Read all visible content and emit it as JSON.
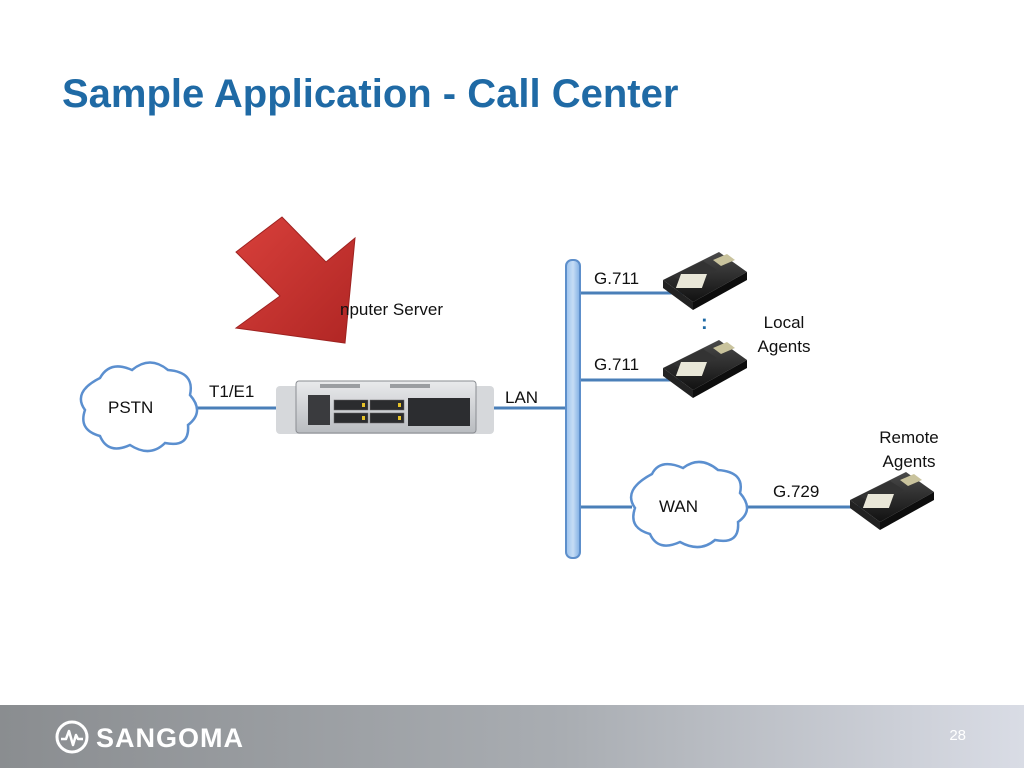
{
  "slide": {
    "title": "Sample Application - Call Center",
    "page_number": "28"
  },
  "labels": {
    "server": "nputer Server",
    "pstn": "PSTN",
    "t1e1": "T1/E1",
    "lan": "LAN",
    "g711_top": "G.711",
    "g711_bottom": "G.711",
    "dots": ":",
    "local_agents_line1": "Local",
    "local_agents_line2": "Agents",
    "remote_agents_line1": "Remote",
    "remote_agents_line2": "Agents",
    "wan": "WAN",
    "g729": "G.729"
  },
  "footer": {
    "logo_text": "SANGOMA",
    "logo_icon": "sangoma-logo-icon"
  },
  "colors": {
    "title": "#1f6aa5",
    "line": "#4a7fb8",
    "cloud_stroke": "#5b8fcf",
    "arrow": "#c8312f",
    "footer": "#8a8d90"
  }
}
